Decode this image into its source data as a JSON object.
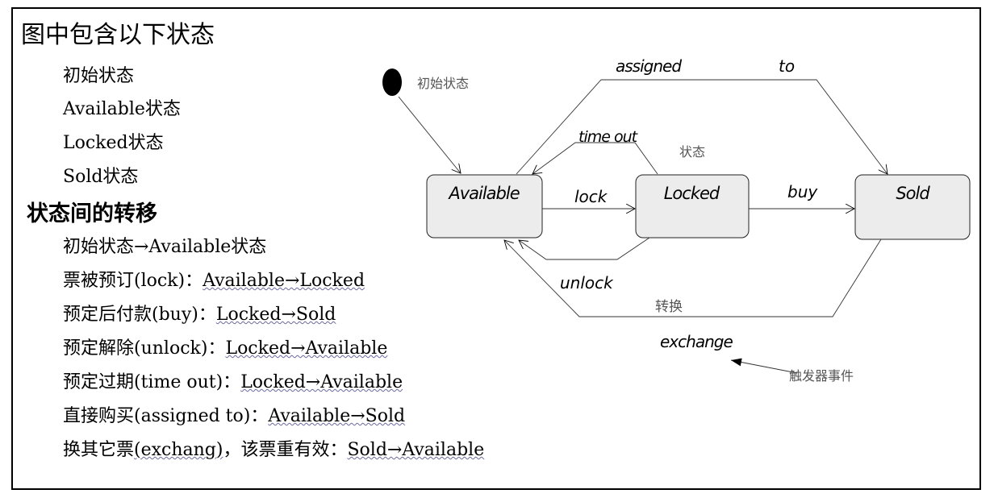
{
  "heading_states": "图中包含以下状态",
  "states_list": [
    "初始状态",
    "Available状态",
    "Locked状态",
    "Sold状态"
  ],
  "heading_transitions": "状态间的转移",
  "transitions": [
    {
      "label": "初始状态→Available状态",
      "value": ""
    },
    {
      "label": "票被预订(lock)：",
      "value": "Available→Locked"
    },
    {
      "label": "预定后付款(buy)：",
      "value": "Locked→Sold"
    },
    {
      "label": "预定解除(unlock)：",
      "value": "Locked→Available"
    },
    {
      "label": "预定过期(time out)：",
      "value": "Locked→Available"
    },
    {
      "label": "直接购买(assigned to)：",
      "value": "Available→Sold"
    },
    {
      "label": "换其它票",
      "label_ul": "(exchang)",
      "label_tail": "，该票重有效：",
      "value": "Sold→Available"
    }
  ],
  "diagram": {
    "states": {
      "available": "Available",
      "locked": "Locked",
      "sold": "Sold"
    },
    "labels": {
      "initial": "初始状态",
      "assigned": "assigned",
      "to": "to",
      "time_out": "time out",
      "state_note": "状态",
      "lock": "lock",
      "buy": "buy",
      "unlock": "unlock",
      "transition_note": "转换",
      "exchange": "exchange",
      "event_note": "触发器事件"
    }
  }
}
